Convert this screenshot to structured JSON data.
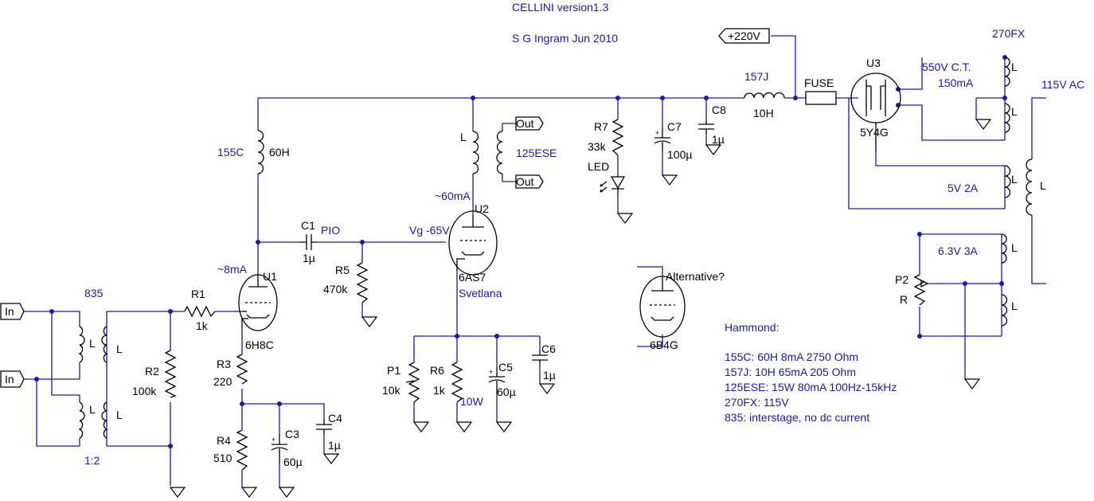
{
  "title": "CELLINI version1.3",
  "author": "S G Ingram Jun 2010",
  "ports": {
    "in1": "In",
    "in2": "In",
    "out1": "Out",
    "out2": "Out",
    "supply": "+220V"
  },
  "transformers": {
    "t835": "835",
    "ratio": "1:2",
    "t155c": "155C",
    "t157j": "157J",
    "t125ese": "125ESE",
    "t270fx": "270FX",
    "inductor_label": "L",
    "l155c_value": "60H",
    "l157j_value": "10H",
    "hv_winding": "550V C.T.",
    "hv_current": "150mA",
    "rect_winding": "5V 2A",
    "heater_winding": "6.3V 3A",
    "mains": "115V AC"
  },
  "tubes": {
    "u1": "U1",
    "u1_type": "6H8C",
    "u2": "U2",
    "u2_type": "6AS7",
    "u2_brand": "Svetlana",
    "u3": "U3",
    "u3_type": "5Y4G",
    "alt_type": "6B4G",
    "alt_note": "Alternative?"
  },
  "annotations": {
    "i_u1": "~8mA",
    "i_u2": "~60mA",
    "vg": "Vg -65V",
    "pio": "PIO",
    "fuse": "FUSE",
    "led": "LED",
    "r6_power": "10W"
  },
  "resistors": {
    "r1": "R1",
    "r1_value": "1k",
    "r2": "R2",
    "r2_value": "100k",
    "r3": "R3",
    "r3_value": "220",
    "r4": "R4",
    "r4_value": "510",
    "r5": "R5",
    "r5_value": "470k",
    "r6": "R6",
    "r6_value": "1k",
    "r7": "R7",
    "r7_value": "33k",
    "p1": "P1",
    "p1_value": "10k",
    "p2": "P2",
    "p2_value": "R"
  },
  "capacitors": {
    "c1": "C1",
    "c1_value": "1µ",
    "c3": "C3",
    "c3_value": "60µ",
    "c4": "C4",
    "c4_value": "1µ",
    "c5": "C5",
    "c5_value": "60µ",
    "c6": "C6",
    "c6_value": "1µ",
    "c7": "C7",
    "c7_value": "100µ",
    "c8": "C8",
    "c8_value": "1µ"
  },
  "notes": {
    "heading": "Hammond:",
    "lines": [
      "155C: 60H 8mA 2750 Ohm",
      "157J: 10H 65mA 205 Ohm",
      "125ESE: 15W 80mA 100Hz-15kHz",
      "270FX: 115V",
      "835: interstage, no dc current"
    ]
  }
}
